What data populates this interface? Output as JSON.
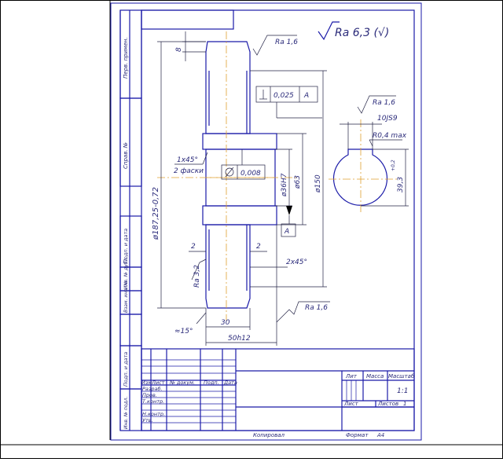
{
  "surface": {
    "roughness_general": "Ra 6,3 (√)",
    "roughness_top": "Ra 1,6",
    "roughness_keyway": "Ra 1,6",
    "roughness_flank": "Ra 3,2",
    "roughness_bottom": "Ra 1,6"
  },
  "tolerances": {
    "perpendicularity_value": "0,025",
    "perpendicularity_datum": "A",
    "runout_value": "0,008",
    "datum_label": "A"
  },
  "dimensions": {
    "tip_diameter": "ø187,25-0,72",
    "bore": "ø36H7",
    "hub": "ø63",
    "rim": "ø150",
    "chamfer_1": "1x45°",
    "chamfer_2": "2 фаски",
    "chamfer_hub": "2x45°",
    "web_left": "2",
    "web_right": "2",
    "rim_top": "8",
    "angle": "≈15°",
    "hub_width": "30",
    "gear_width": "50h12",
    "keyway_width": "10JS9",
    "keyway_radius": "R0,4 max",
    "keyway_depth": "39,3",
    "keyway_depth_tol": "+0,2"
  },
  "title_block": {
    "col_izm": "Изм",
    "col_list": "Лист",
    "col_doc": "№ докум.",
    "col_sign": "Подп.",
    "col_date": "Дата",
    "row_dev": "Разраб.",
    "row_check": "Пров.",
    "row_tcontrol": "Т.контр.",
    "row_ncontrol": "Н.контр.",
    "row_approve": "Утв.",
    "lit": "Лит",
    "mass": "Масса",
    "scale": "Масштаб",
    "scale_value": "1:1",
    "sheet": "Лист",
    "sheets": "Листов",
    "sheets_count": "1"
  },
  "side_strip": {
    "perv_primen": "Перв. примен.",
    "sprav": "Справ. №",
    "podp_data_1": "Подп. и дата",
    "inv_dubl": "Инв. № дубл.",
    "vzam_inv": "Взам. инв. №",
    "podp_data_2": "Подп. и дата",
    "inv_podl": "Инв. № подл."
  },
  "footer": {
    "copied": "Копировал",
    "format": "Формат",
    "format_value": "А4"
  }
}
